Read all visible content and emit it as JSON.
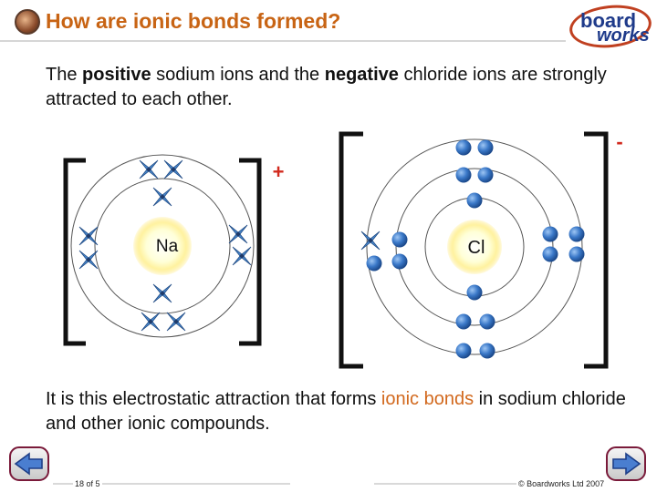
{
  "header": {
    "title": "How are ionic bonds formed?"
  },
  "logo": {
    "line1": "board",
    "line2": "works"
  },
  "para1": {
    "t1": "The ",
    "bold_positive": "positive",
    "t2": " sodium ions and the ",
    "bold_negative": "negative",
    "t3": " chloride ions are strongly attracted to each other."
  },
  "diagram": {
    "na_label": "Na",
    "cl_label": "Cl",
    "na_charge": "+",
    "cl_charge": "-"
  },
  "para2": {
    "t1": "It is this electrostatic attraction that forms ",
    "highlight": "ionic bonds",
    "t2": " in sodium chloride and other ionic compounds."
  },
  "footer": {
    "page": "18 of 5",
    "copyright": "© Boardworks Ltd 2007"
  },
  "icons": {
    "prev": "arrow-left-icon",
    "next": "arrow-right-icon"
  },
  "colors": {
    "title": "#c86414",
    "highlight": "#d2691e",
    "charge": "#d22a1e",
    "electron_blue": "#3a78c8"
  }
}
